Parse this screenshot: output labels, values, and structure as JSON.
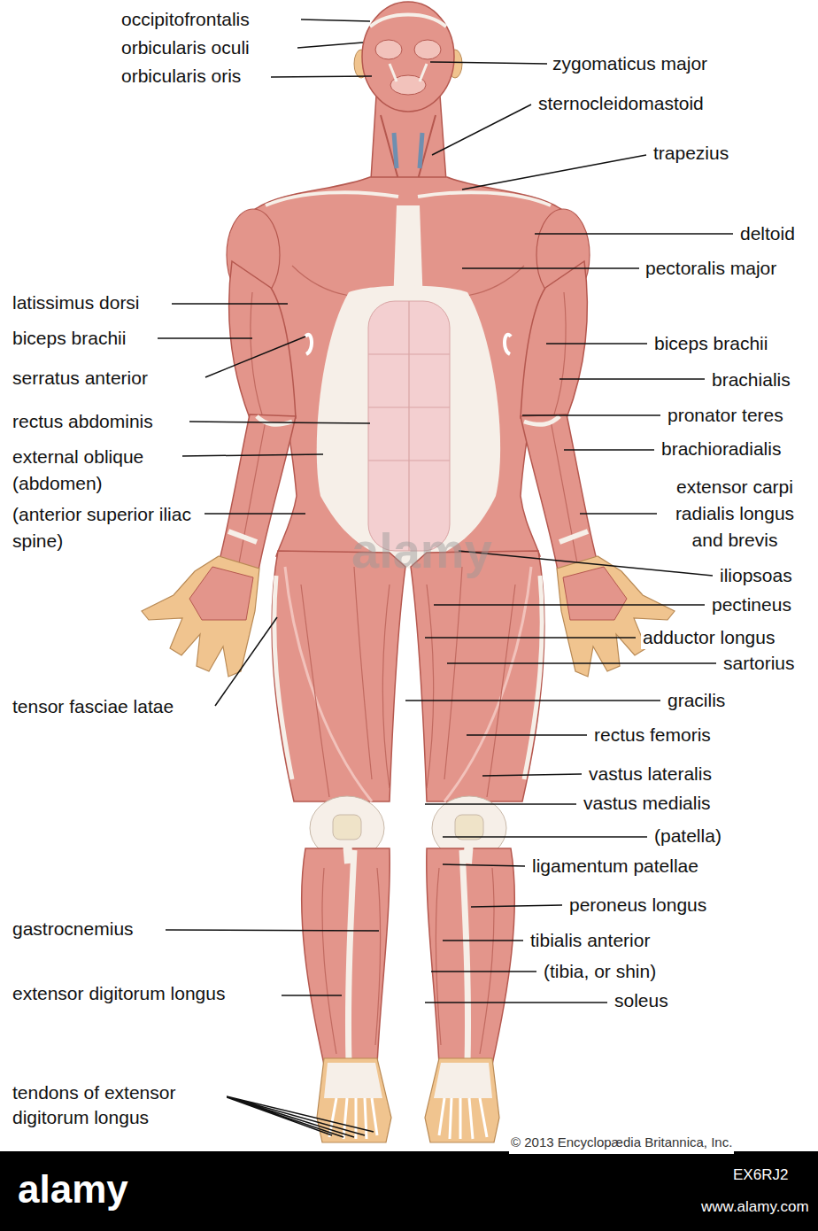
{
  "diagram": {
    "labels": [
      "occipitofrontalis",
      "orbicularis oculi",
      "orbicularis oris",
      "zygomaticus major",
      "sternocleidomastoid",
      "trapezius",
      "deltoid",
      "pectoralis major",
      "latissimus dorsi",
      "biceps brachii",
      "biceps brachii",
      "serratus anterior",
      "brachialis",
      "rectus abdominis",
      "pronator teres",
      "external oblique (abdomen)",
      "brachioradialis",
      "(anterior superior iliac spine)",
      "extensor carpi radialis longus and brevis",
      "iliopsoas",
      "pectineus",
      "adductor longus",
      "sartorius",
      "tensor fasciae latae",
      "gracilis",
      "rectus femoris",
      "vastus lateralis",
      "vastus medialis",
      "(patella)",
      "ligamentum patellae",
      "peroneus longus",
      "gastrocnemius",
      "tibialis anterior",
      "(tibia, or shin)",
      "extensor digitorum longus",
      "soleus",
      "tendons of extensor digitorum longus",
      "© 2013 Encyclopædia Britannica, Inc.",
      "alamy",
      "alamy",
      "EX6RJ2",
      "www.alamy.com"
    ]
  }
}
